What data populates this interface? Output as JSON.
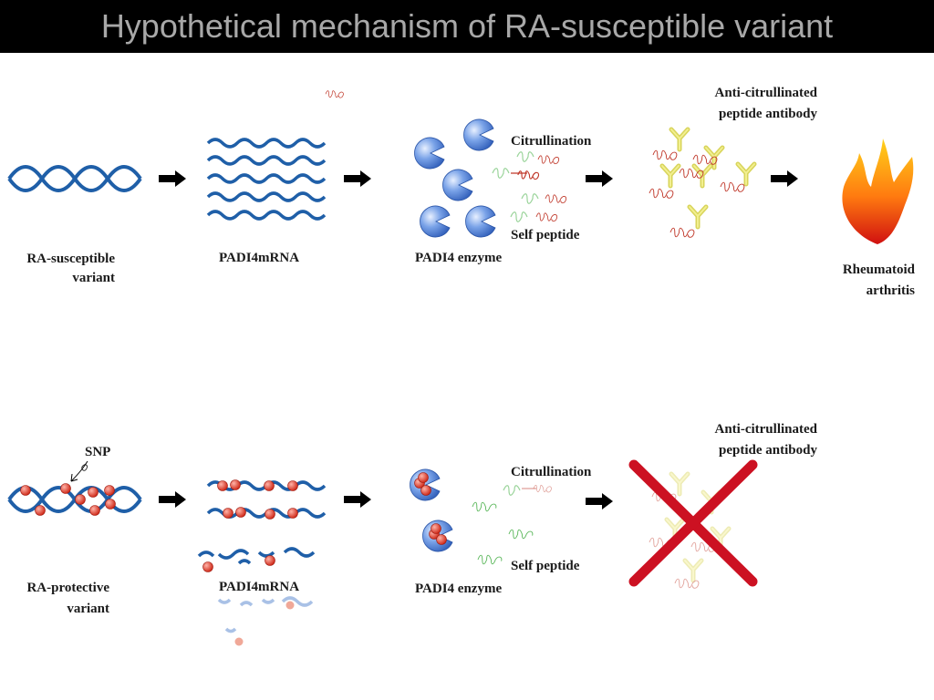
{
  "title": "Hypothetical mechanism of RA-susceptible variant",
  "top_row": {
    "variant_label_1": "RA-susceptible",
    "variant_label_2": "variant",
    "mrna_label": "PADI4mRNA",
    "enzyme_label": "PADI4 enzyme",
    "citrullination_label": "Citrullination",
    "self_peptide_label": "Self peptide",
    "antibody_label_1": "Anti-citrullinated",
    "antibody_label_2": "peptide antibody",
    "outcome_label_1": "Rheumatoid",
    "outcome_label_2": "arthritis"
  },
  "bottom_row": {
    "snp_label": "SNP",
    "variant_label_1": "RA-protective",
    "variant_label_2": "variant",
    "mrna_label": "PADI4mRNA",
    "enzyme_label": "PADI4 enzyme",
    "citrullination_label": "Citrullination",
    "self_peptide_label": "Self peptide",
    "antibody_label_1": "Anti-citrullinated",
    "antibody_label_2": "peptide antibody"
  },
  "colors": {
    "dna": "#1f5fa8",
    "snp": "#d62b1f",
    "enzyme": "#4a7fd0",
    "peptide_green": "#5cb85c",
    "peptide_red": "#c0392b",
    "antibody": "#e6e36a",
    "cross": "#cc1122",
    "arrow": "#000000"
  }
}
